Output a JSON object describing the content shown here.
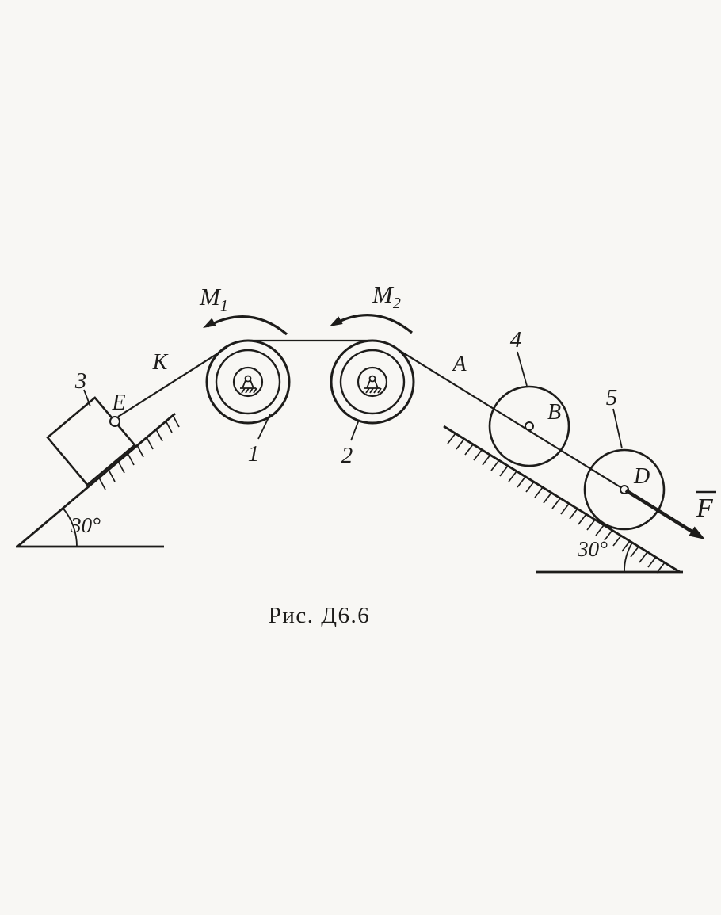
{
  "figure": {
    "caption": "Рис. Д6.6",
    "paper": "#f8f7f4",
    "ink": "#1d1c1a"
  },
  "labels": {
    "moment1_base": "M",
    "moment1_sub": "1",
    "moment2_base": "M",
    "moment2_sub": "2",
    "pulley1": "1",
    "pulley2": "2",
    "block3": "3",
    "wheel4": "4",
    "wheel5": "5",
    "point_K": "K",
    "point_E": "E",
    "point_A": "A",
    "point_B": "B",
    "point_D": "D",
    "force": "F",
    "angle_left": "30°",
    "angle_right": "30°"
  }
}
